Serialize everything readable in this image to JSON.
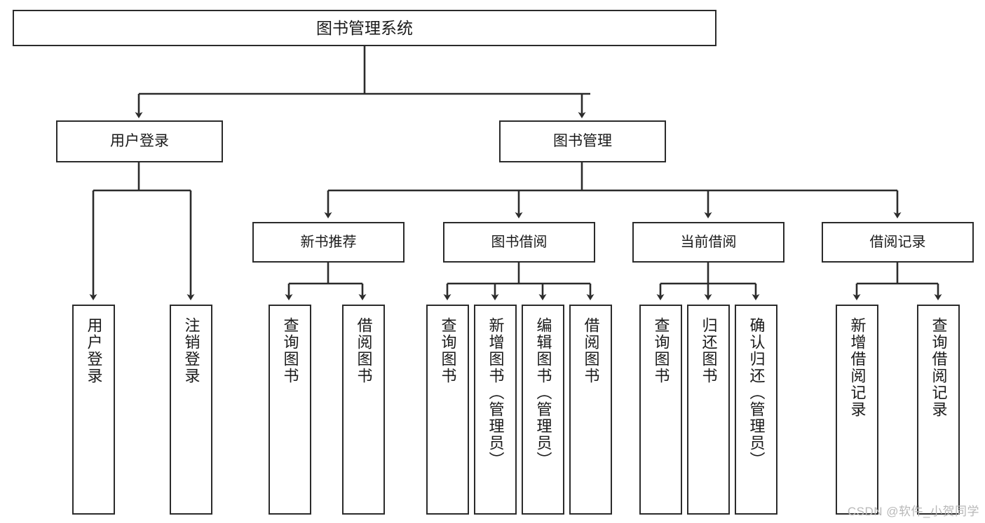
{
  "diagram": {
    "type": "tree-hierarchy",
    "title": "图书管理系统",
    "watermark": "CSDN @软件_小贺同学",
    "colors": {
      "stroke": "#2b2b2b",
      "fill": "#ffffff",
      "text": "#1a1a1a",
      "watermark": "#b8b8b8"
    },
    "nodes": {
      "root": {
        "label": "图书管理系统"
      },
      "level1": [
        {
          "id": "user-login",
          "label": "用户登录"
        },
        {
          "id": "book-manage",
          "label": "图书管理"
        }
      ],
      "level2": [
        {
          "id": "new-book-recommend",
          "label": "新书推荐",
          "parent": "book-manage"
        },
        {
          "id": "book-borrow",
          "label": "图书借阅",
          "parent": "book-manage"
        },
        {
          "id": "current-borrow",
          "label": "当前借阅",
          "parent": "book-manage"
        },
        {
          "id": "borrow-record",
          "label": "借阅记录",
          "parent": "book-manage"
        }
      ],
      "leaves": {
        "user-login": [
          {
            "id": "leaf-user-login",
            "label": "用户登录"
          },
          {
            "id": "leaf-logout",
            "label": "注销登录"
          }
        ],
        "new-book-recommend": [
          {
            "id": "leaf-query-book-1",
            "label": "查询图书"
          },
          {
            "id": "leaf-borrow-book-1",
            "label": "借阅图书"
          }
        ],
        "book-borrow": [
          {
            "id": "leaf-query-book-2",
            "label": "查询图书"
          },
          {
            "id": "leaf-add-book",
            "label": "新增图书（管理员）"
          },
          {
            "id": "leaf-edit-book",
            "label": "编辑图书（管理员）"
          },
          {
            "id": "leaf-borrow-book-2",
            "label": "借阅图书"
          }
        ],
        "current-borrow": [
          {
            "id": "leaf-query-book-3",
            "label": "查询图书"
          },
          {
            "id": "leaf-return-book",
            "label": "归还图书"
          },
          {
            "id": "leaf-confirm-return",
            "label": "确认归还（管理员）"
          }
        ],
        "borrow-record": [
          {
            "id": "leaf-add-record",
            "label": "新增借阅记录"
          },
          {
            "id": "leaf-query-record",
            "label": "查询借阅记录"
          }
        ]
      }
    }
  }
}
